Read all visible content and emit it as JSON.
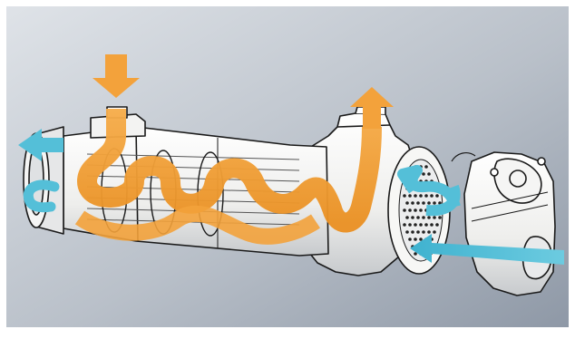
{
  "image": {
    "colors": {
      "background_light": "#d9dde3",
      "background_dark": "#8e98a6",
      "frame": "#ffffff",
      "hot_flow": "#f3a23b",
      "hot_flow_dark": "#e08a1f",
      "cold_flow": "#54bfd8",
      "cold_flow_dark": "#2f9fbe",
      "metal": "#f4f4f2",
      "metal_shade": "#c9ccd0",
      "outline": "#1a1a1a",
      "tube_plate_holes": "#222222"
    },
    "components": [
      {
        "name": "left-end-cap",
        "icon": "cylinder-cap-icon"
      },
      {
        "name": "shell-body",
        "icon": "cylinder-shell-icon"
      },
      {
        "name": "tube-bundle",
        "icon": "tube-bundle-icon"
      },
      {
        "name": "baffle",
        "icon": "baffle-icon"
      },
      {
        "name": "right-outlet-housing",
        "icon": "housing-icon"
      },
      {
        "name": "tube-plate",
        "icon": "perforated-plate-icon"
      },
      {
        "name": "removable-end-cover",
        "icon": "end-cover-icon"
      }
    ],
    "flows": [
      {
        "name": "hot-fluid-inlet",
        "medium": "hot",
        "direction": "down"
      },
      {
        "name": "hot-fluid-outlet",
        "medium": "hot",
        "direction": "up"
      },
      {
        "name": "cold-fluid-inlet",
        "medium": "cold",
        "direction": "left"
      },
      {
        "name": "cold-fluid-outlet",
        "medium": "cold",
        "direction": "left"
      }
    ]
  }
}
